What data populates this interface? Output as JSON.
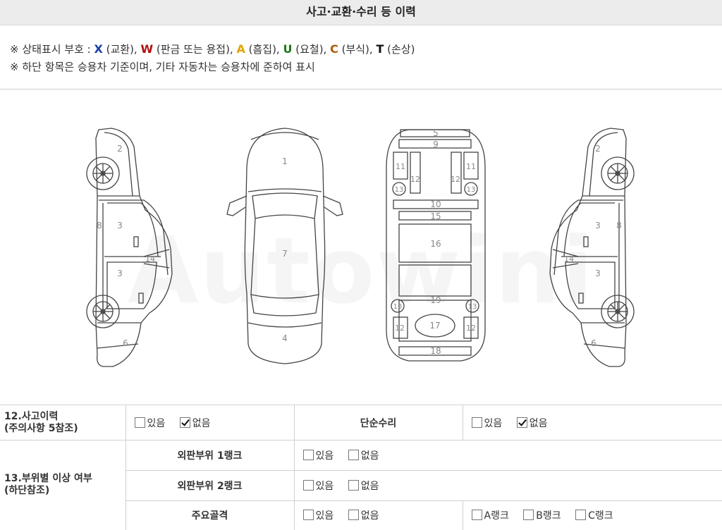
{
  "header": {
    "title": "사고·교환·수리 등 이력"
  },
  "legend": {
    "prefix": "※ 상태표시 부호 : ",
    "symbols": [
      {
        "code": "X",
        "desc": " (교환), ",
        "color": "#1a3fa8"
      },
      {
        "code": "W",
        "desc": " (판금 또는 용접), ",
        "color": "#b01010"
      },
      {
        "code": "A",
        "desc": " (흠집), ",
        "color": "#e3a400"
      },
      {
        "code": "U",
        "desc": " (요철), ",
        "color": "#1a7a1a"
      },
      {
        "code": "C",
        "desc": " (부식), ",
        "color": "#b05a00"
      },
      {
        "code": "T",
        "desc": " (손상)",
        "color": "#111111"
      }
    ],
    "note": "※ 하단 항목은 승용차 기준이며, 기타 자동차는 승용차에 준하여 표시"
  },
  "diagram": {
    "watermark": "Autowini",
    "parts": {
      "p1": "1",
      "p2": "2",
      "p3": "3",
      "p4": "4",
      "p5": "5",
      "p6": "6",
      "p7": "7",
      "p8": "8",
      "p9": "9",
      "p10": "10",
      "p11": "11",
      "p12": "12",
      "p13": "13",
      "p14": "14",
      "p15": "15",
      "p16": "16",
      "p17": "17",
      "p18": "18",
      "p19": "19"
    }
  },
  "table": {
    "row1": {
      "label_line1": "12.사고이력",
      "label_line2": "(주의사항 5참조)",
      "left_opts": [
        {
          "label": "있음",
          "checked": false
        },
        {
          "label": "없음",
          "checked": true
        }
      ],
      "mid_header": "단순수리",
      "right_opts": [
        {
          "label": "있음",
          "checked": false
        },
        {
          "label": "없음",
          "checked": true
        }
      ]
    },
    "row2": {
      "label_line1": "13.부위별 이상 여부",
      "label_line2": "(하단참조)",
      "items": [
        {
          "name": "외판부위 1랭크",
          "opts": [
            {
              "label": "있음",
              "checked": false
            },
            {
              "label": "없음",
              "checked": false
            }
          ]
        },
        {
          "name": "외판부위 2랭크",
          "opts": [
            {
              "label": "있음",
              "checked": false
            },
            {
              "label": "없음",
              "checked": false
            }
          ]
        },
        {
          "name": "주요골격",
          "opts": [
            {
              "label": "있음",
              "checked": false
            },
            {
              "label": "없음",
              "checked": false
            }
          ],
          "ranks": [
            {
              "label": "A랭크",
              "checked": false
            },
            {
              "label": "B랭크",
              "checked": false
            },
            {
              "label": "C랭크",
              "checked": false
            }
          ]
        }
      ]
    }
  }
}
